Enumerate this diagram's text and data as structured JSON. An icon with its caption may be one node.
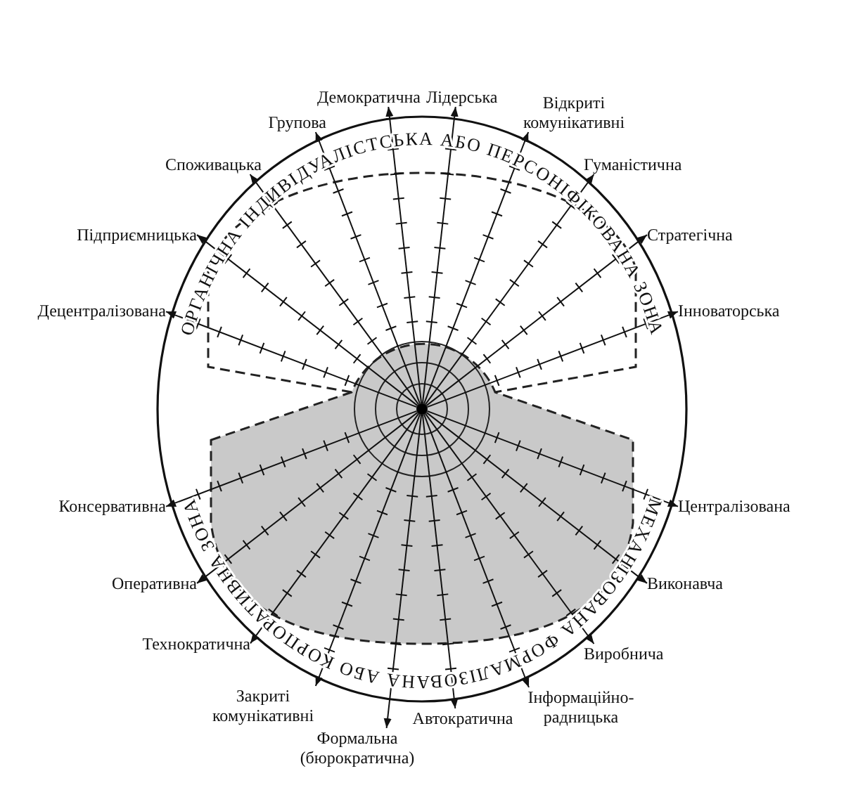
{
  "diagram": {
    "nodes": [
      {
        "text": [],
        "shape": "circle"
      },
      {
        "text": [
          "Демократична"
        ]
      },
      {
        "text": [
          "Лідерська"
        ]
      },
      {
        "text": [
          "Відкриті комунікативні"
        ]
      },
      {
        "text": [
          "Групова"
        ]
      },
      {
        "text": [
          "Споживацька"
        ]
      },
      {
        "text": [
          "Гуманістична"
        ]
      },
      {
        "text": [
          "Підприємницька"
        ]
      },
      {
        "text": [
          "Стратегічна"
        ]
      },
      {
        "text": [
          "Децентралізована"
        ]
      },
      {
        "text": [
          "Інноваторська"
        ]
      },
      {
        "text": [
          "Консервативна"
        ]
      },
      {
        "text": [
          "Централізована"
        ]
      },
      {
        "text": [
          "Оперативна"
        ]
      },
      {
        "text": [
          "Виконавча"
        ]
      },
      {
        "text": [
          "Технократична"
        ]
      },
      {
        "text": [
          "Виробнича"
        ]
      },
      {
        "text": [
          "Закриті комунікативні"
        ]
      },
      {
        "text": [
          "Інформаційно-радницька"
        ]
      },
      {
        "text": [
          "Автократична"
        ]
      },
      {
        "text": [
          "Формальна (бюрократична)"
        ]
      }
    ],
    "edges": [
      {
        "from": 0,
        "to": 1,
        "arrow": "to"
      },
      {
        "from": 0,
        "to": 2,
        "arrow": "to"
      },
      {
        "from": 0,
        "to": 3,
        "arrow": "to"
      },
      {
        "from": 0,
        "to": 4,
        "arrow": "to"
      },
      {
        "from": 0,
        "to": 5,
        "arrow": "to"
      },
      {
        "from": 0,
        "to": 6,
        "arrow": "to"
      },
      {
        "from": 0,
        "to": 7,
        "arrow": "to"
      },
      {
        "from": 0,
        "to": 8,
        "arrow": "to"
      },
      {
        "from": 0,
        "to": 9,
        "arrow": "to"
      },
      {
        "from": 0,
        "to": 10,
        "arrow": "to"
      },
      {
        "from": 0,
        "to": 11,
        "arrow": "to"
      },
      {
        "from": 0,
        "to": 12,
        "arrow": "to"
      },
      {
        "from": 0,
        "to": 13,
        "arrow": "to"
      },
      {
        "from": 0,
        "to": 14,
        "arrow": "to"
      },
      {
        "from": 0,
        "to": 15,
        "arrow": "to"
      },
      {
        "from": 0,
        "to": 16,
        "arrow": "to"
      },
      {
        "from": 0,
        "to": 17,
        "arrow": "to"
      },
      {
        "from": 0,
        "to": 18,
        "arrow": "to"
      },
      {
        "from": 0,
        "to": 19,
        "arrow": "to"
      },
      {
        "from": 0,
        "to": 20,
        "arrow": "to"
      }
    ],
    "labels": [
      "ОРГАНІЧНА ІНДИВІДУАЛІСТСЬКА АБО ПЕРСОНІФІКОВАНА ЗОНА",
      "МЕХАНІЗОВАНА ФОРМАЛІЗОВАНА АБО КОРПОРАТИВНА ЗОНА"
    ]
  }
}
